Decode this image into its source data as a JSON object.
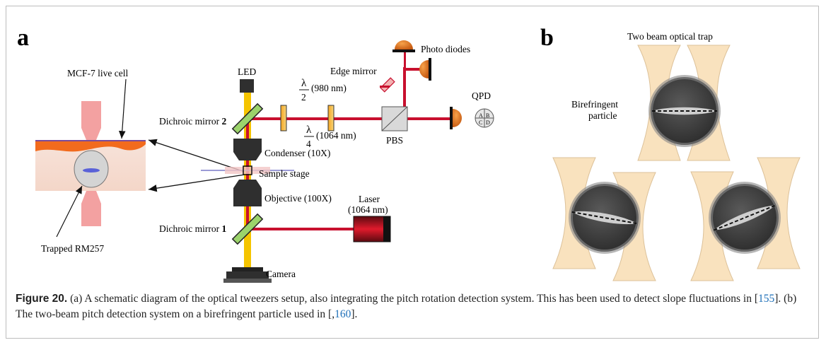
{
  "panel_a": {
    "letter": "a",
    "labels": {
      "mcf7": "MCF-7 live cell",
      "led": "LED",
      "dichroic2_text": "Dichroic mirror ",
      "dichroic2_num": "2",
      "half_wave_num": "λ",
      "half_wave_den": "2",
      "half_wave_text": "(980 nm)",
      "quarter_wave_num": "λ",
      "quarter_wave_den": "4",
      "quarter_wave_text": "(1064 nm)",
      "edge_mirror": "Edge mirror",
      "photo_diodes": "Photo diodes",
      "qpd": "QPD",
      "qpd_a": "A",
      "qpd_b": "B",
      "qpd_c": "C",
      "qpd_d": "D",
      "pbs": "PBS",
      "condenser": "Condenser (10X)",
      "sample_stage": "Sample stage",
      "objective": "Objective (100X)",
      "laser": "Laser",
      "laser_wavelength": "(1064 nm)",
      "dichroic1_text": "Dichroic mirror ",
      "dichroic1_num": "1",
      "camera": "Camera",
      "trapped": "Trapped RM257"
    }
  },
  "panel_b": {
    "letter": "b",
    "title": "Two beam optical trap",
    "birefringent_line1": "Birefringent",
    "birefringent_line2": "particle"
  },
  "caption": {
    "label": "Figure 20.",
    "text_1": " (a) A schematic diagram of the optical tweezers setup, also integrating the pitch rotation detection system. This has been used to detect slope fluctuations in [",
    "cite_1": "155",
    "text_2": "]. (b) The two-beam pitch detection system on a birefringent particle used in [,",
    "cite_2": "160",
    "text_3": "]."
  },
  "colors": {
    "laser_red": "#c8102e",
    "led_yellow": "#f5c400",
    "cell_orange": "#f26b1d",
    "beam_pink": "#f08c8c",
    "detector_orange": "#e8701a",
    "beam_cone": "#f9dfb8"
  }
}
